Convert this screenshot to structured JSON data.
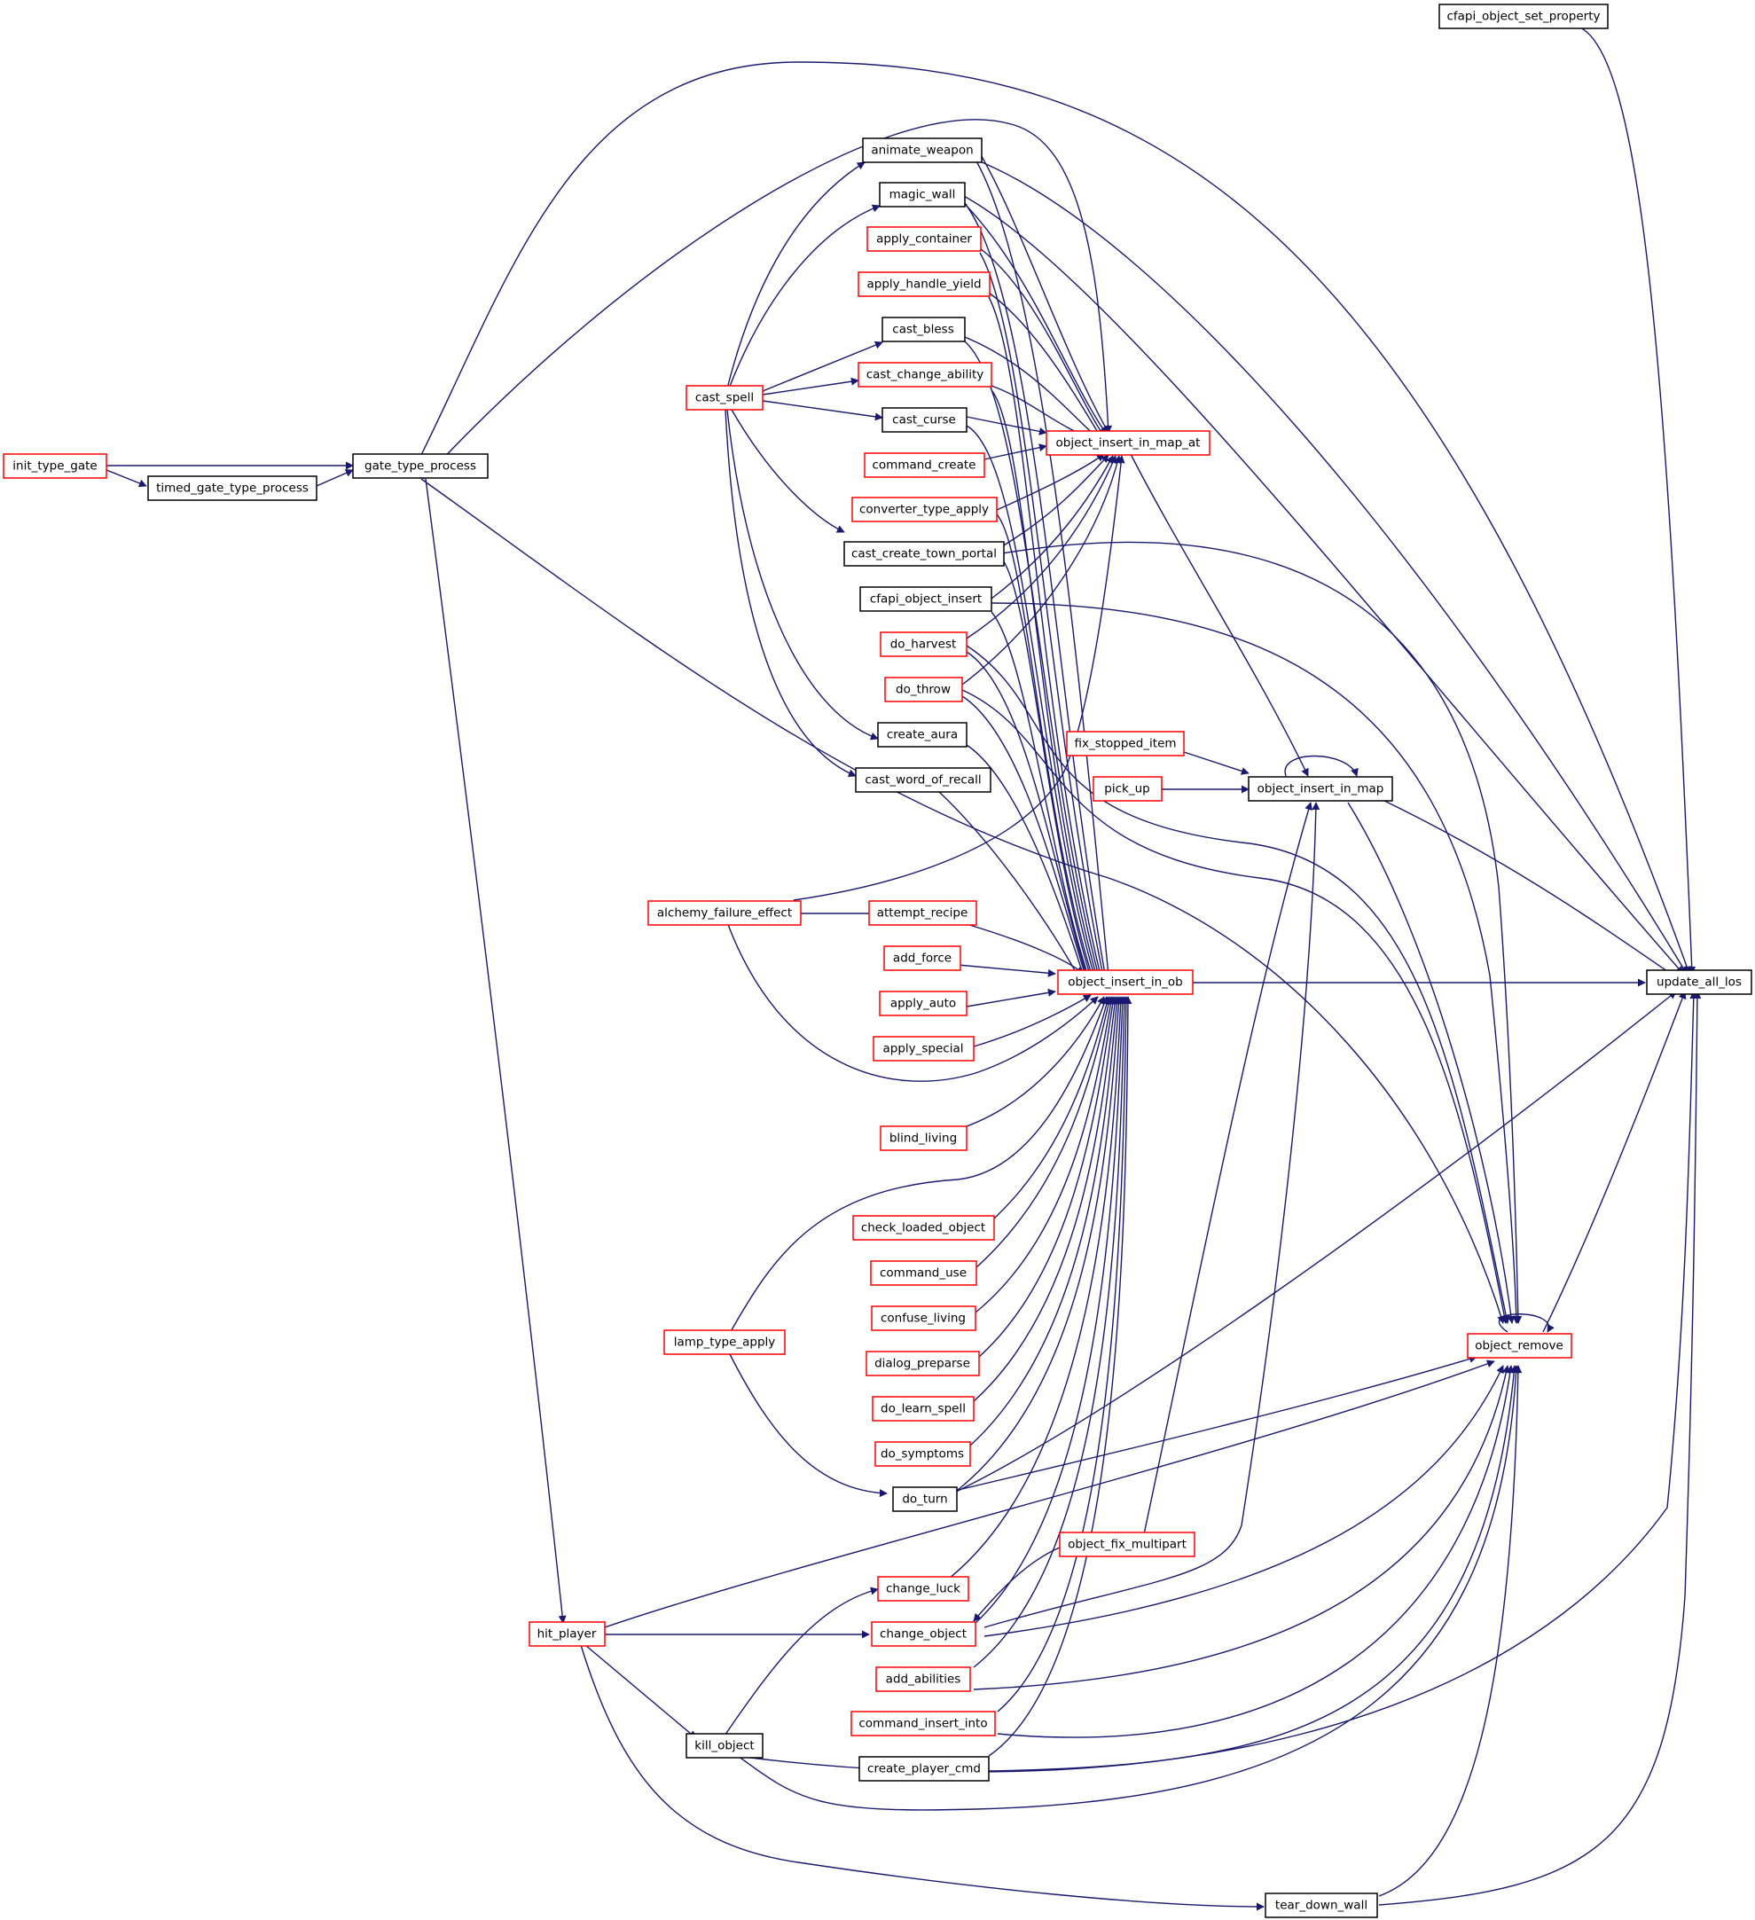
{
  "graph": {
    "colors": {
      "edge": "#191970",
      "node_border_default": "#000000",
      "node_border_truncated": "#ff0000",
      "node_fill_focus": "#bfbfbf",
      "node_fill_default": "#ffffff"
    },
    "nodes": [
      {
        "id": "n1",
        "label": "cfapi_object_set_property",
        "style": "default"
      },
      {
        "id": "n2",
        "label": "animate_weapon",
        "style": "default"
      },
      {
        "id": "n3",
        "label": "magic_wall",
        "style": "default"
      },
      {
        "id": "n4",
        "label": "apply_container",
        "style": "truncated"
      },
      {
        "id": "n5",
        "label": "apply_handle_yield",
        "style": "truncated"
      },
      {
        "id": "n6",
        "label": "cast_bless",
        "style": "default"
      },
      {
        "id": "n7",
        "label": "cast_change_ability",
        "style": "truncated"
      },
      {
        "id": "n8",
        "label": "cast_spell",
        "style": "truncated"
      },
      {
        "id": "n9",
        "label": "cast_curse",
        "style": "default"
      },
      {
        "id": "n10",
        "label": "object_insert_in_map_at",
        "style": "truncated"
      },
      {
        "id": "n11",
        "label": "init_type_gate",
        "style": "truncated"
      },
      {
        "id": "n12",
        "label": "gate_type_process",
        "style": "default"
      },
      {
        "id": "n13",
        "label": "command_create",
        "style": "truncated"
      },
      {
        "id": "n14",
        "label": "timed_gate_type_process",
        "style": "default"
      },
      {
        "id": "n15",
        "label": "converter_type_apply",
        "style": "truncated"
      },
      {
        "id": "n16",
        "label": "cast_create_town_portal",
        "style": "default"
      },
      {
        "id": "n17",
        "label": "cfapi_object_insert",
        "style": "default"
      },
      {
        "id": "n18",
        "label": "do_harvest",
        "style": "truncated"
      },
      {
        "id": "n19",
        "label": "do_throw",
        "style": "truncated"
      },
      {
        "id": "n20",
        "label": "create_aura",
        "style": "default"
      },
      {
        "id": "n21",
        "label": "fix_stopped_item",
        "style": "truncated"
      },
      {
        "id": "n22",
        "label": "cast_word_of_recall",
        "style": "default"
      },
      {
        "id": "n23",
        "label": "pick_up",
        "style": "truncated"
      },
      {
        "id": "n24",
        "label": "object_insert_in_map",
        "style": "default"
      },
      {
        "id": "n25",
        "label": "alchemy_failure_effect",
        "style": "truncated"
      },
      {
        "id": "n26",
        "label": "attempt_recipe",
        "style": "truncated"
      },
      {
        "id": "n27",
        "label": "add_force",
        "style": "truncated"
      },
      {
        "id": "n28",
        "label": "object_insert_in_ob",
        "style": "truncated"
      },
      {
        "id": "n29",
        "label": "update_all_los",
        "style": "focus"
      },
      {
        "id": "n30",
        "label": "apply_auto",
        "style": "truncated"
      },
      {
        "id": "n31",
        "label": "apply_special",
        "style": "truncated"
      },
      {
        "id": "n32",
        "label": "blind_living",
        "style": "truncated"
      },
      {
        "id": "n33",
        "label": "check_loaded_object",
        "style": "truncated"
      },
      {
        "id": "n34",
        "label": "command_use",
        "style": "truncated"
      },
      {
        "id": "n35",
        "label": "confuse_living",
        "style": "truncated"
      },
      {
        "id": "n36",
        "label": "lamp_type_apply",
        "style": "truncated"
      },
      {
        "id": "n37",
        "label": "dialog_preparse",
        "style": "truncated"
      },
      {
        "id": "n38",
        "label": "object_remove",
        "style": "truncated"
      },
      {
        "id": "n39",
        "label": "do_learn_spell",
        "style": "truncated"
      },
      {
        "id": "n40",
        "label": "do_symptoms",
        "style": "truncated"
      },
      {
        "id": "n41",
        "label": "do_turn",
        "style": "default"
      },
      {
        "id": "n42",
        "label": "object_fix_multipart",
        "style": "truncated"
      },
      {
        "id": "n43",
        "label": "change_luck",
        "style": "truncated"
      },
      {
        "id": "n44",
        "label": "hit_player",
        "style": "truncated"
      },
      {
        "id": "n45",
        "label": "change_object",
        "style": "truncated"
      },
      {
        "id": "n46",
        "label": "add_abilities",
        "style": "truncated"
      },
      {
        "id": "n47",
        "label": "command_insert_into",
        "style": "truncated"
      },
      {
        "id": "n48",
        "label": "kill_object",
        "style": "default"
      },
      {
        "id": "n49",
        "label": "create_player_cmd",
        "style": "default"
      },
      {
        "id": "n50",
        "label": "tear_down_wall",
        "style": "default"
      }
    ]
  }
}
